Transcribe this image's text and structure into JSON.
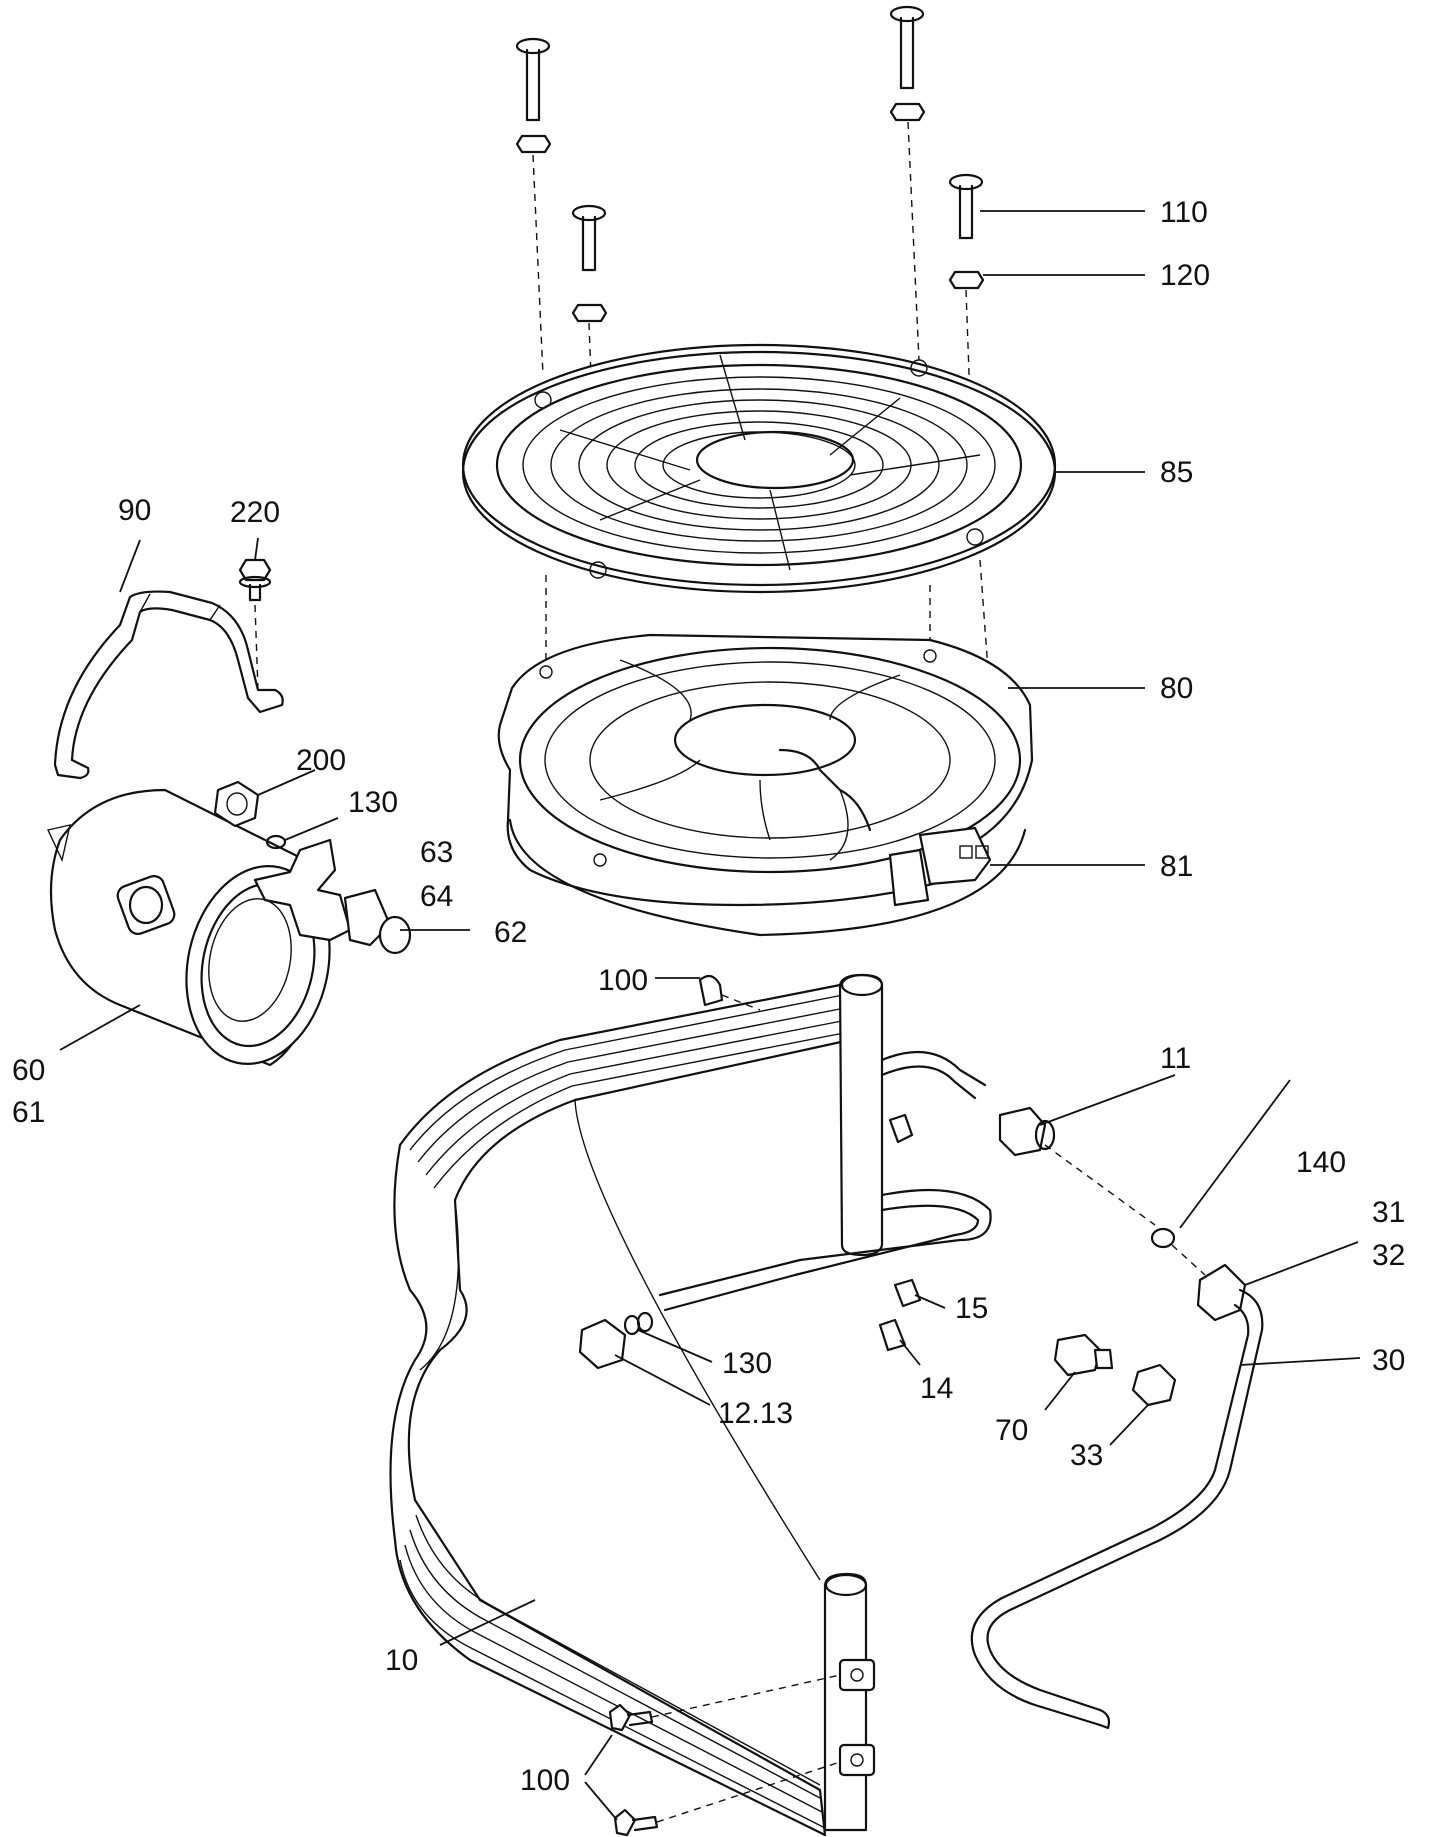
{
  "callouts": {
    "c110": "110",
    "c120": "120",
    "c85": "85",
    "c80": "80",
    "c81": "81",
    "c90": "90",
    "c220": "220",
    "c200": "200",
    "c130a": "130",
    "c63": "63",
    "c64": "64",
    "c62": "62",
    "c60": "60",
    "c61": "61",
    "c100a": "100",
    "c11": "11",
    "c140": "140",
    "c31": "31",
    "c32": "32",
    "c15": "15",
    "c130b": "130",
    "c14": "14",
    "c1213": "12.13",
    "c30": "30",
    "c70": "70",
    "c33": "33",
    "c10": "10",
    "c100b": "100"
  }
}
